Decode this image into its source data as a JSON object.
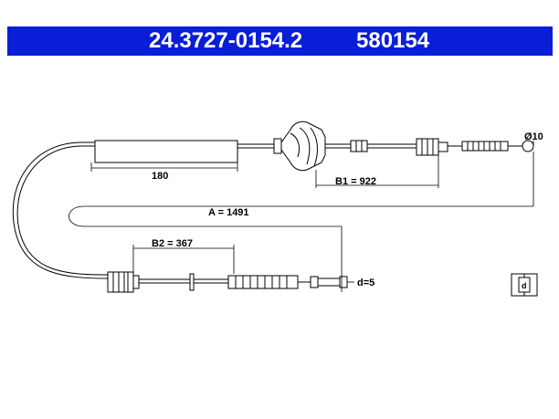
{
  "header": {
    "part_number": "24.3727-0154.2",
    "reference": "580154",
    "background_color": "#0a1ed8",
    "text_color": "#ffffff"
  },
  "dimensions": {
    "sleeve_length": "180",
    "b1": "B1 = 922",
    "a": "A = 1491",
    "b2": "B2 = 367",
    "end_diameter": "Ø10",
    "pin_diameter": "d=5"
  },
  "legend": {
    "symbol_label": "d"
  }
}
